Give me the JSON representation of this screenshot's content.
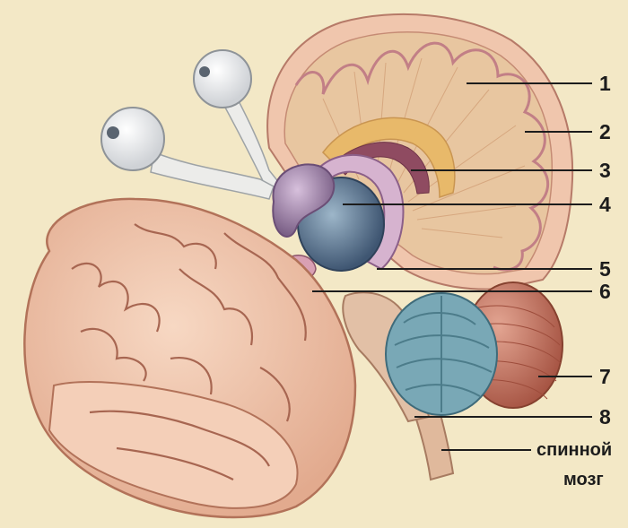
{
  "diagram": {
    "labels": [
      {
        "id": "1",
        "text": "1"
      },
      {
        "id": "2",
        "text": "2"
      },
      {
        "id": "3",
        "text": "3"
      },
      {
        "id": "4",
        "text": "4"
      },
      {
        "id": "5",
        "text": "5"
      },
      {
        "id": "6",
        "text": "6"
      },
      {
        "id": "7",
        "text": "7"
      },
      {
        "id": "8",
        "text": "8"
      },
      {
        "id": "spinal-1",
        "text": "спинной"
      },
      {
        "id": "spinal-2",
        "text": "мозг"
      }
    ]
  },
  "colors": {
    "background": "#f3e8c6",
    "cortex": "#f0c6ad",
    "white_matter": "#e8c6a0",
    "thalamus": "#8c7c9e",
    "cerebellum": "#79a8b6",
    "pons": "#c9806d",
    "eyes": "#f4f4f2"
  }
}
